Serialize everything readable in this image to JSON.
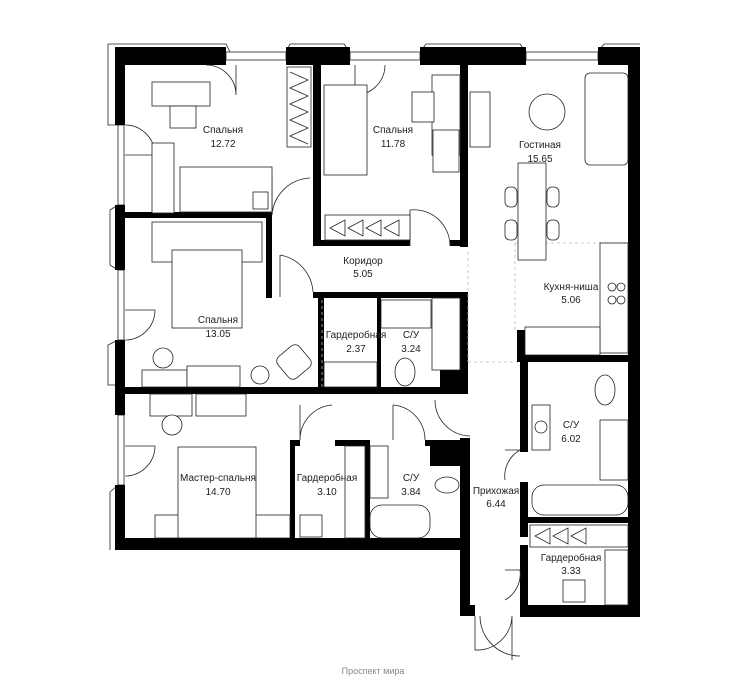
{
  "plan": {
    "rooms": [
      {
        "name": "Спальня",
        "area": "12.72"
      },
      {
        "name": "Спальня",
        "area": "11.78"
      },
      {
        "name": "Гостиная",
        "area": "15.65"
      },
      {
        "name": "Коридор",
        "area": "5.05"
      },
      {
        "name": "Кухня-ниша",
        "area": "5.06"
      },
      {
        "name": "Спальня",
        "area": "13.05"
      },
      {
        "name": "Гардеробная",
        "area": "2.37"
      },
      {
        "name": "С/У",
        "area": "3.24"
      },
      {
        "name": "С/У",
        "area": "6.02"
      },
      {
        "name": "Мастер-спальня",
        "area": "14.70"
      },
      {
        "name": "Гардеробная",
        "area": "3.10"
      },
      {
        "name": "С/У",
        "area": "3.84"
      },
      {
        "name": "Прихожая",
        "area": "6.44"
      },
      {
        "name": "Гардеробная",
        "area": "3.33"
      }
    ],
    "street": "Проспект мира"
  }
}
